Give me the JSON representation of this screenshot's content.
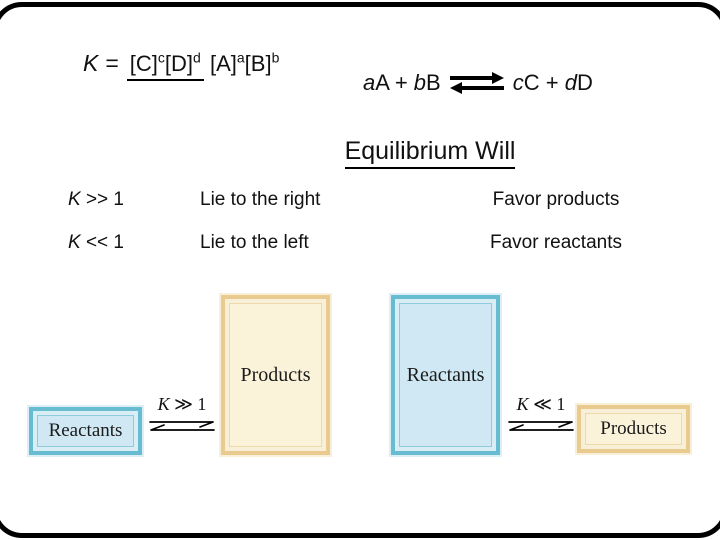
{
  "slide": {
    "background": "#ffffff",
    "frame_color": "#000000"
  },
  "formula": {
    "k": "K",
    "equals": "=",
    "num": [
      "[C]",
      "c",
      "[D]",
      "d"
    ],
    "den": [
      "[A]",
      "a",
      "[B]",
      "b"
    ]
  },
  "reaction": {
    "t1": "a",
    "t2": "A + ",
    "t3": "b",
    "t4": "B",
    "t5": "c",
    "t6": "C + ",
    "t7": "d",
    "t8": "D",
    "arrows_icon": "equilibrium-double-arrow"
  },
  "heading": {
    "text": "Equilibrium Will"
  },
  "table": {
    "rows": [
      {
        "k": "K",
        "op": " >> 1",
        "behavior": "Lie to the right",
        "favor": "Favor products"
      },
      {
        "k": "K",
        "op": " << 1",
        "behavior": "Lie to the left",
        "favor": "Favor reactants"
      }
    ]
  },
  "figures": {
    "left": {
      "small_box_label": "Reactants",
      "large_box_label": "Products",
      "arrow_k": "K",
      "arrow_rest": " ≫ 1"
    },
    "right": {
      "large_box_label": "Reactants",
      "small_box_label": "Products",
      "arrow_k": "K",
      "arrow_rest": " ≪ 1"
    }
  },
  "colors": {
    "blue_fill": "#cfe8f3",
    "blue_border": "#68bcd2",
    "blue_ring": "#dceff6",
    "tan_fill": "#fbf2da",
    "tan_border": "#e9cb90",
    "tan_ring": "#f8efd8",
    "text": "#111111"
  }
}
